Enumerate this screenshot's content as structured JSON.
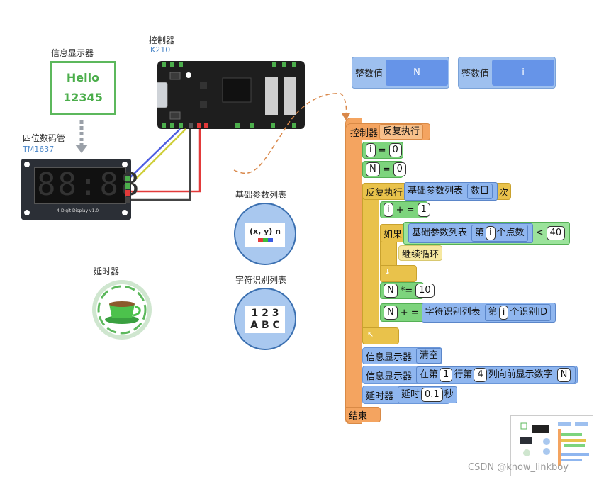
{
  "components": {
    "oled": {
      "label": "信息显示器",
      "line1": "Hello",
      "line2": "12345"
    },
    "controller": {
      "label": "控制器",
      "model": "K210"
    },
    "segment": {
      "label": "四位数码管",
      "model": "TM1637",
      "digits": "88:88",
      "caption": "4-Digit Display    v1.0"
    },
    "delay": {
      "label": "延时器"
    },
    "param_list": {
      "label": "基础参数列表",
      "text": "(x, y) n"
    },
    "char_list": {
      "label": "字符识别列表",
      "row1": "1 2 3",
      "row2": "A B C"
    }
  },
  "variables": [
    {
      "kind": "整数值",
      "name": "N"
    },
    {
      "kind": "整数值",
      "name": "i"
    }
  ],
  "program": {
    "head_obj": "控制器",
    "head_act": "反复执行",
    "set_i_var": "i",
    "set_i_op": "=",
    "set_i_val": "0",
    "set_n_var": "N",
    "set_n_op": "=",
    "set_n_val": "0",
    "loop_kw": "反复执行",
    "loop_list": "基础参数列表",
    "loop_prop": "数目",
    "loop_suffix": "次",
    "inc_var": "i",
    "inc_op": "+ =",
    "inc_val": "1",
    "if_kw": "如果",
    "if_list": "基础参数列表",
    "if_nth": "第",
    "if_idx": "i",
    "if_prop": "个点数",
    "if_cmp": "<",
    "if_val": "40",
    "continue": "继续循环",
    "mul_var": "N",
    "mul_op": "*=",
    "mul_val": "10",
    "add_var": "N",
    "add_op": "+ =",
    "add_list": "字符识别列表",
    "add_nth": "第",
    "add_idx": "i",
    "add_prop": "个识别ID",
    "clr_obj": "信息显示器",
    "clr_act": "清空",
    "show_obj": "信息显示器",
    "show_a": "在第",
    "show_row": "1",
    "show_b": "行第",
    "show_col": "4",
    "show_c": "列向前显示数字",
    "show_val": "N",
    "delay_obj": "延时器",
    "delay_a": "延时",
    "delay_val": "0.1",
    "delay_unit": "秒",
    "end": "结束"
  },
  "watermark": "CSDN @know_linkboy"
}
